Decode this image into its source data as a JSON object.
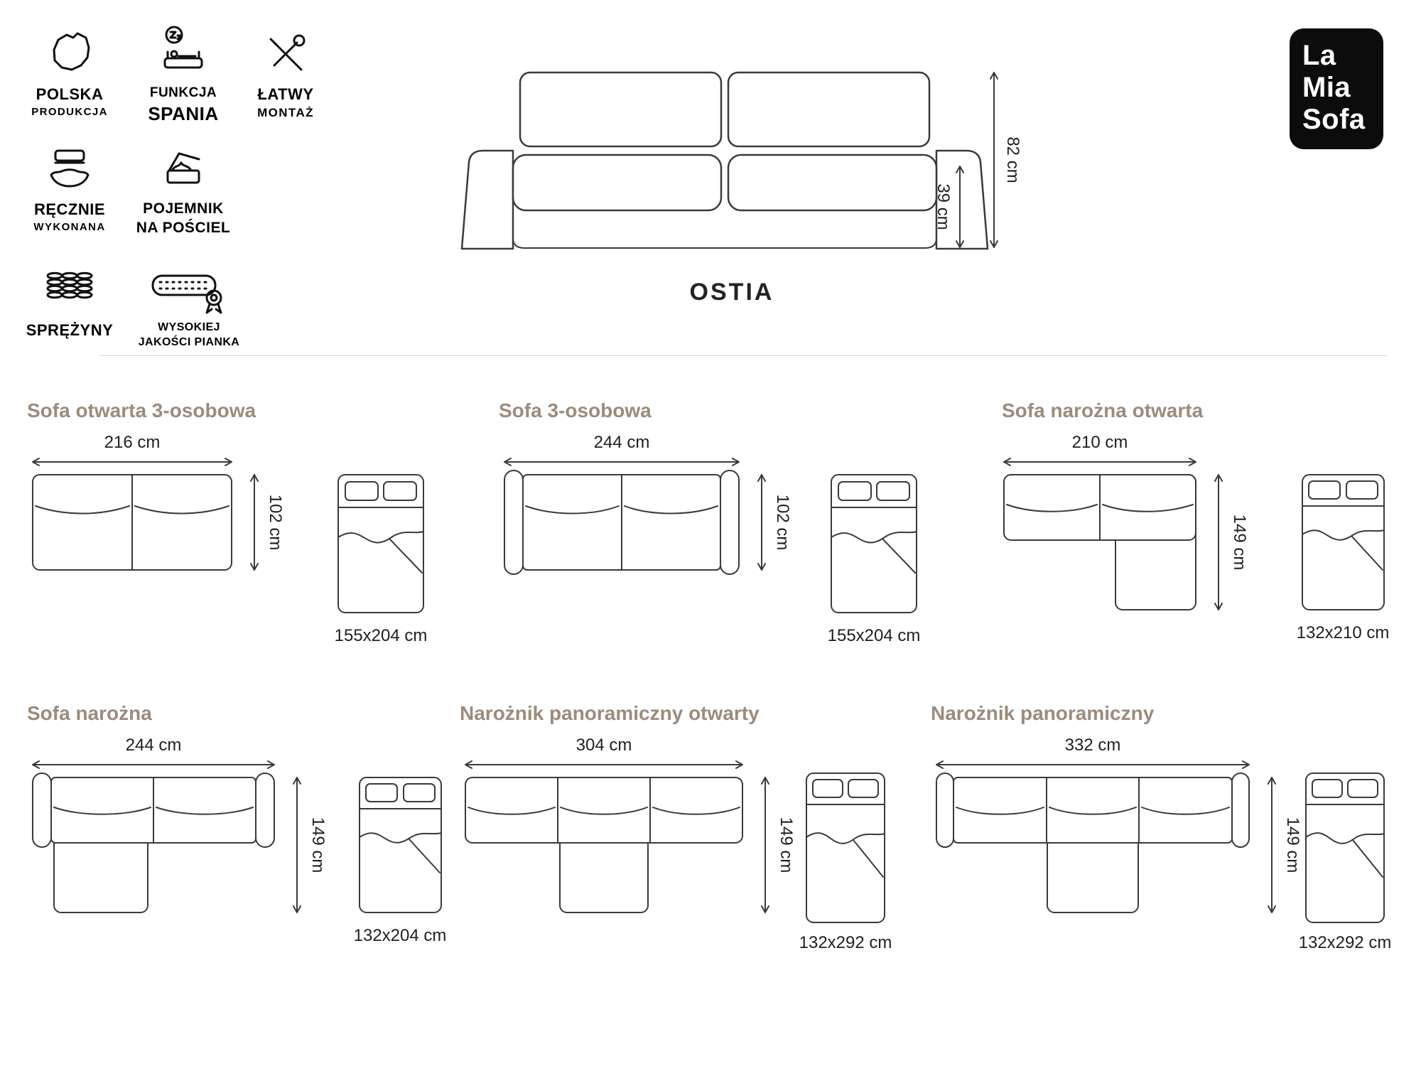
{
  "brand": {
    "line1": "La",
    "line2": "Mia",
    "line3": "Sofa"
  },
  "product": {
    "name": "OSTIA",
    "total_height": "82 cm",
    "seat_height": "39 cm"
  },
  "features": [
    {
      "line1": "POLSKA",
      "line2": "PRODUKCJA"
    },
    {
      "line1": "FUNKCJA",
      "line2": "SPANIA"
    },
    {
      "line1": "ŁATWY",
      "line2": "MONTAŻ"
    },
    {
      "line1": "RĘCZNIE",
      "line2": "WYKONANA"
    },
    {
      "line1": "POJEMNIK",
      "line2": "NA POŚCIEL"
    },
    {
      "line1": "SPRĘŻYNY",
      "line2": ""
    },
    {
      "line1": "WYSOKIEJ",
      "line2": "JAKOŚCI PIANKA"
    }
  ],
  "variants": [
    {
      "title": "Sofa otwarta 3-osobowa",
      "width": "216 cm",
      "depth": "102 cm",
      "bed_size": "155x204 cm"
    },
    {
      "title": "Sofa 3-osobowa",
      "width": "244 cm",
      "depth": "102 cm",
      "bed_size": "155x204 cm"
    },
    {
      "title": "Sofa narożna otwarta",
      "width": "210 cm",
      "depth": "149 cm",
      "bed_size": "132x210 cm"
    },
    {
      "title": "Sofa narożna",
      "width": "244 cm",
      "depth": "149 cm",
      "bed_size": "132x204 cm"
    },
    {
      "title": "Narożnik panoramiczny otwarty",
      "width": "304 cm",
      "depth": "149 cm",
      "bed_size": "132x292 cm"
    },
    {
      "title": "Narożnik panoramiczny",
      "width": "332 cm",
      "depth": "149 cm",
      "bed_size": "132x292 cm"
    }
  ]
}
